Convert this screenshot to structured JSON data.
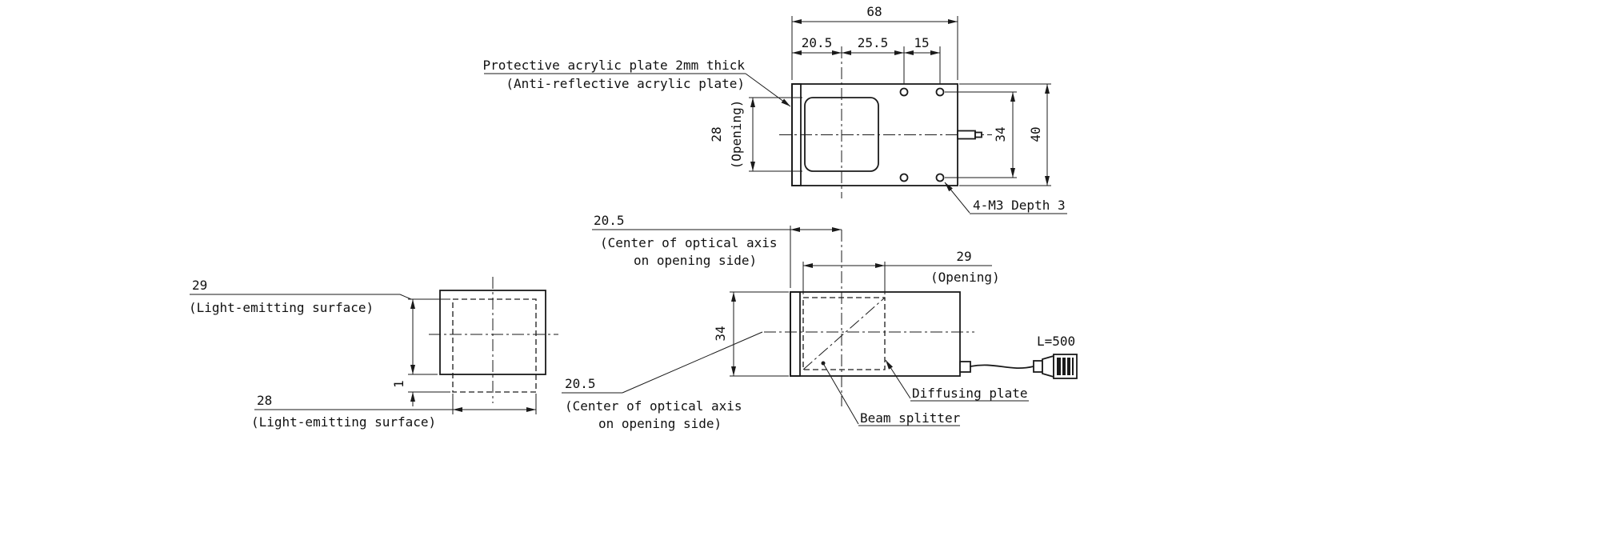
{
  "drawing": {
    "background": "#ffffff",
    "ink": "#1a1a1a"
  },
  "top_view": {
    "protective_label_line1": "Protective acrylic plate 2mm thick",
    "protective_label_line2": "(Anti-reflective acrylic plate)",
    "dim_total_width": "68",
    "dim_opening_center_offset": "20.5",
    "dim_hole_col_spacing": "25.5",
    "dim_hole_col_spacing2": "15",
    "dim_opening_height": "28",
    "dim_opening_height_note": "(Opening)",
    "dim_hole_row_span": "34",
    "dim_body_depth": "40",
    "mounting_hole_label": "4-M3 Depth 3"
  },
  "front_view": {
    "dim_height": "29",
    "dim_height_note": "(Light-emitting surface)",
    "dim_width": "28",
    "dim_width_note": "(Light-emitting surface)",
    "dim_protrusion": "1"
  },
  "side_view": {
    "dim_axis_offset_top": "20.5",
    "axis_note_top_line1": "(Center of optical axis",
    "axis_note_top_line2": "on opening side)",
    "dim_opening_width": "29",
    "dim_opening_width_note": "(Opening)",
    "dim_height": "34",
    "dim_axis_offset_bottom": "20.5",
    "axis_note_bottom_line1": "(Center of optical axis",
    "axis_note_bottom_line2": "on opening side)",
    "cable_length_label": "L=500",
    "diffusing_plate_label": "Diffusing plate",
    "beam_splitter_label": "Beam splitter"
  }
}
